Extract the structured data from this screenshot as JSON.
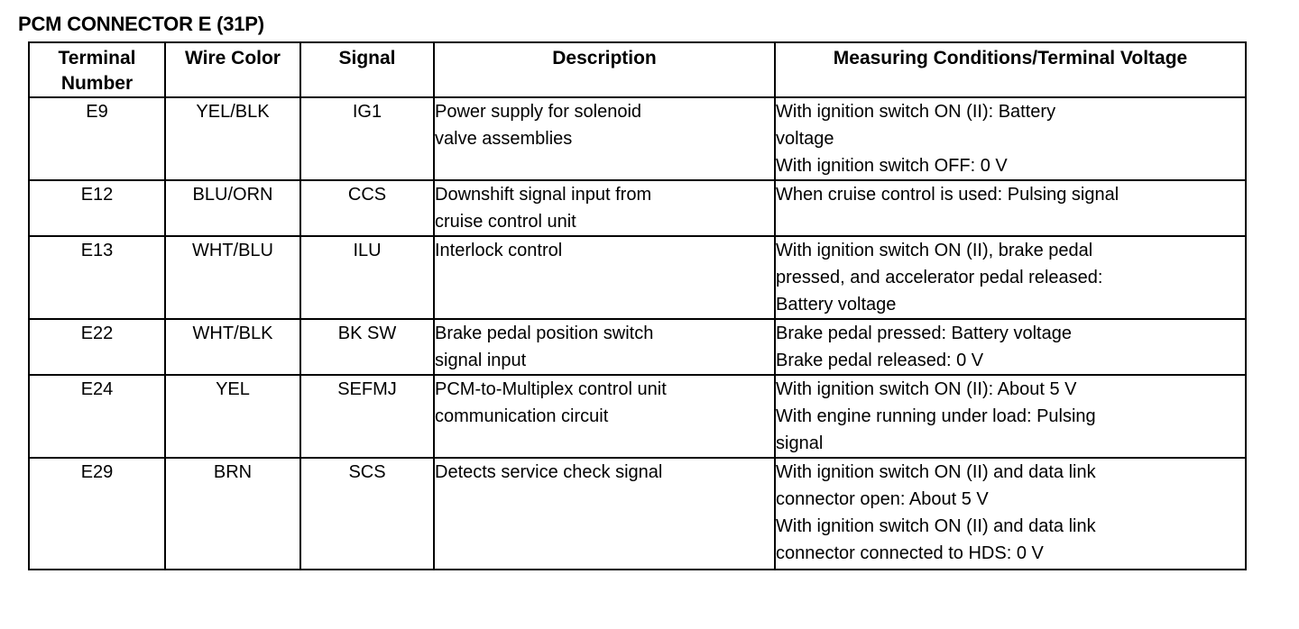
{
  "document": {
    "title": "PCM CONNECTOR E (31P)"
  },
  "table": {
    "columns": [
      "Terminal Number",
      "Wire Color",
      "Signal",
      "Description",
      "Measuring Conditions/Terminal Voltage"
    ],
    "column_header_lines": {
      "terminal": [
        "Terminal",
        "Number"
      ],
      "wire_color": [
        "Wire Color"
      ],
      "signal": [
        "Signal"
      ],
      "description": [
        "Description"
      ],
      "measuring": [
        "Measuring Conditions/Terminal Voltage"
      ]
    },
    "rows": [
      {
        "terminal": "E9",
        "wire_color": "YEL/BLK",
        "signal": "IG1",
        "description_lines": [
          "Power supply for solenoid",
          "valve assemblies"
        ],
        "measuring_lines": [
          "With ignition switch ON (II): Battery",
          "voltage",
          "With ignition switch OFF: 0 V"
        ]
      },
      {
        "terminal": "E12",
        "wire_color": "BLU/ORN",
        "signal": "CCS",
        "description_lines": [
          "Downshift signal input from",
          "cruise control unit"
        ],
        "measuring_lines": [
          "When cruise control is used: Pulsing signal"
        ]
      },
      {
        "terminal": "E13",
        "wire_color": "WHT/BLU",
        "signal": "ILU",
        "description_lines": [
          "Interlock control"
        ],
        "measuring_lines": [
          "With ignition switch ON (II), brake pedal",
          "pressed, and accelerator pedal released:",
          "Battery voltage"
        ]
      },
      {
        "terminal": "E22",
        "wire_color": "WHT/BLK",
        "signal": "BK SW",
        "description_lines": [
          "Brake pedal position switch",
          "signal input"
        ],
        "measuring_lines": [
          "Brake pedal pressed: Battery voltage",
          "Brake pedal released: 0 V"
        ]
      },
      {
        "terminal": "E24",
        "wire_color": "YEL",
        "signal": "SEFMJ",
        "description_lines": [
          "PCM-to-Multiplex control unit",
          "communication circuit"
        ],
        "measuring_lines": [
          "With ignition switch ON (II): About 5 V",
          "With engine running under load: Pulsing",
          "signal"
        ]
      },
      {
        "terminal": "E29",
        "wire_color": "BRN",
        "signal": "SCS",
        "description_lines": [
          "Detects service check signal"
        ],
        "measuring_lines": [
          "With ignition switch ON (II) and data link",
          "connector open: About 5 V",
          "With ignition switch ON (II) and data link",
          "connector connected to HDS: 0 V"
        ]
      }
    ]
  },
  "colors": {
    "ink": "#000000",
    "paper": "#ffffff"
  }
}
